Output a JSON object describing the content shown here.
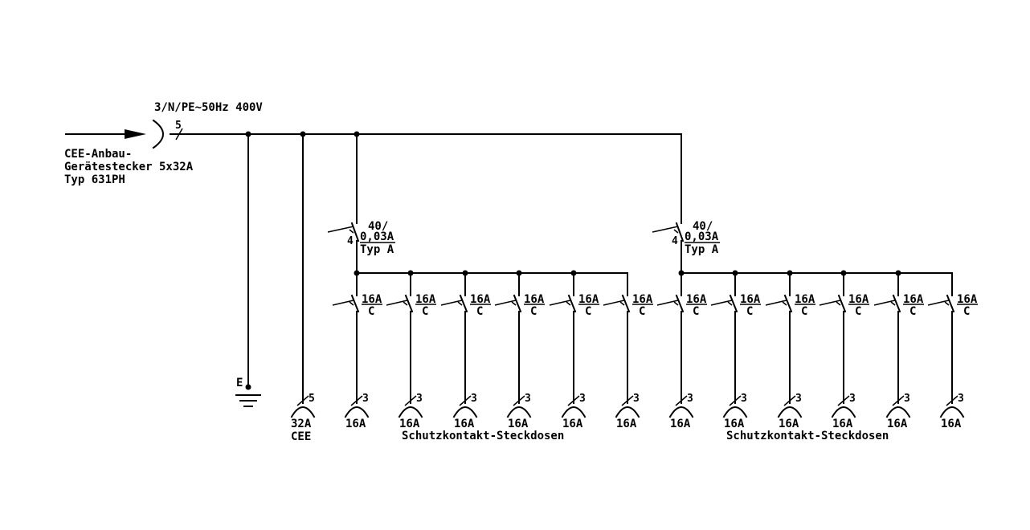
{
  "supply": {
    "label": "3/N/PE~50Hz 400V",
    "conductors": "5",
    "inlet_lines": [
      "CEE-Anbau-",
      "Gerätestecker 5x32A",
      "Typ 631PH"
    ]
  },
  "earth": {
    "label": "E"
  },
  "cee_outlet": {
    "conductors": "5",
    "rating": "32A",
    "type": "CEE"
  },
  "rcds": [
    {
      "rating_top": "40/",
      "rating_bottom": "0,03A",
      "type": "Typ A",
      "poles": "4"
    },
    {
      "rating_top": "40/",
      "rating_bottom": "0,03A",
      "type": "Typ A",
      "poles": "4"
    }
  ],
  "breaker": {
    "rating": "16A",
    "curve": "C"
  },
  "socket": {
    "conductors": "3",
    "rating": "16A"
  },
  "groups": [
    {
      "caption": "Schutzkontakt-Steckdosen",
      "count": 6
    },
    {
      "caption": "Schutzkontakt-Steckdosen",
      "count": 6
    }
  ]
}
